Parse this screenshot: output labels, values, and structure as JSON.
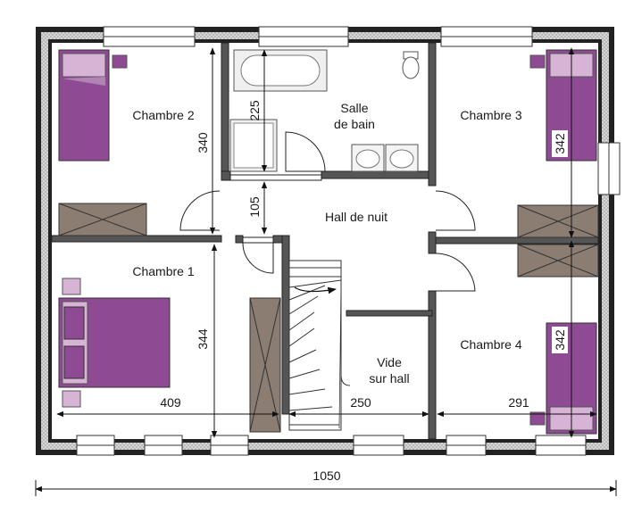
{
  "rooms": {
    "chambre2": "Chambre 2",
    "chambre3": "Chambre 3",
    "chambre1": "Chambre 1",
    "chambre4": "Chambre 4",
    "salle_de_bain_line1": "Salle",
    "salle_de_bain_line2": "de bain",
    "hall_de_nuit": "Hall de nuit",
    "vide_line1": "Vide",
    "vide_line2": "sur hall"
  },
  "dimensions": {
    "d340": "340",
    "d225": "225",
    "d105": "105",
    "d344": "344",
    "d342_top": "342",
    "d342_bottom": "342",
    "d409": "409",
    "d250": "250",
    "d291": "291",
    "d1050": "1050"
  },
  "colors": {
    "bed": "#8e4a93",
    "pillow": "#d7b3d6",
    "cabinet": "#8b7d72",
    "wall": "#222222",
    "wall_hatch": "#b8b8b8"
  }
}
